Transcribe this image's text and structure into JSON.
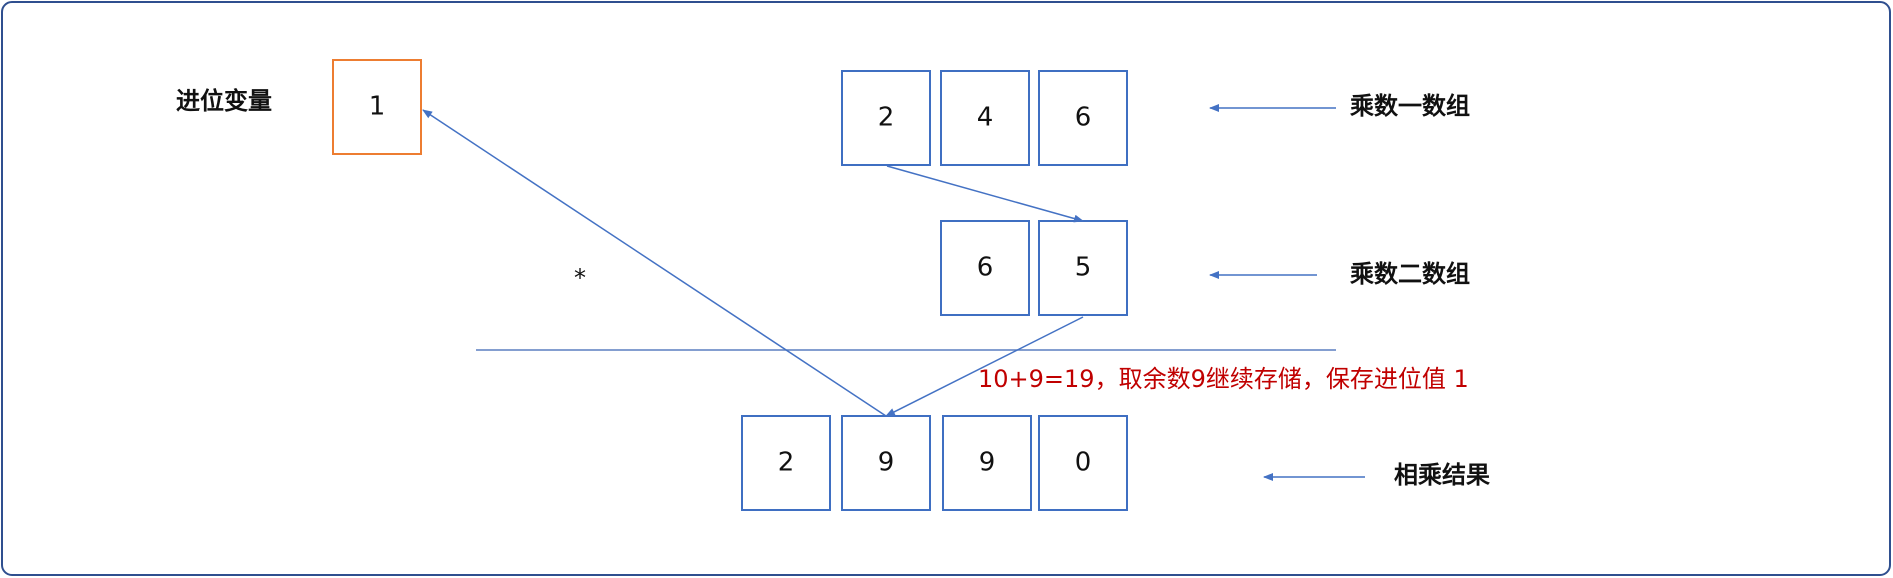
{
  "labels": {
    "carry_variable": "进位变量",
    "multiplier_one": "乘数一数组",
    "multiplier_two": "乘数二数组",
    "product_result": "相乘结果"
  },
  "carry": {
    "value": "1"
  },
  "arrays": {
    "multiplier_one": [
      "2",
      "4",
      "6"
    ],
    "multiplier_two": [
      "6",
      "5"
    ],
    "result": [
      "2",
      "9",
      "9",
      "0"
    ]
  },
  "operator": "*",
  "note": "10+9=19，取余数9继续存储，保存进位值 1",
  "colors": {
    "frame": "#2f4f8f",
    "box_border": "#3f6fc2",
    "carry_border": "#ed7d31",
    "arrow": "#4472c4",
    "note": "#c00000"
  }
}
